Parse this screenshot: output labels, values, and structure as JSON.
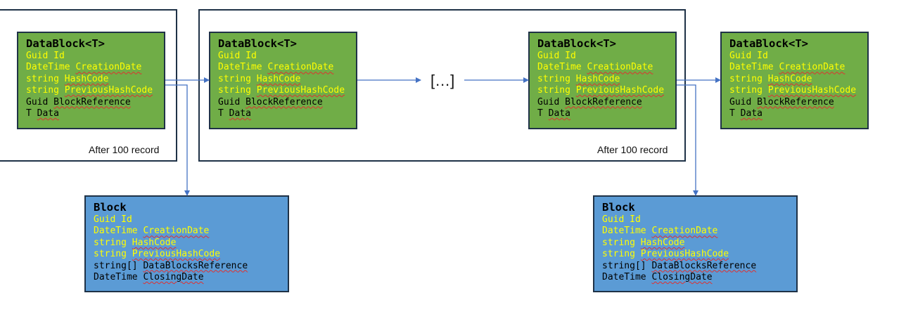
{
  "colors": {
    "datablock_fill": "#70ad47",
    "block_fill": "#5b9bd5",
    "border": "#1f3247",
    "highlight_text": "#ffff00",
    "arrow": "#4472c4"
  },
  "group_label": "After 100 record",
  "ellipsis": "[…]",
  "datablock": {
    "title": "DataBlock<T>",
    "fields": [
      {
        "type": "Guid",
        "name": "Id",
        "highlighted": true
      },
      {
        "type": "DateTime",
        "name": "CreationDate",
        "highlighted": true
      },
      {
        "type": "string",
        "name": "HashCode",
        "highlighted": true
      },
      {
        "type": "string",
        "name": "PreviousHashCode",
        "highlighted": true
      },
      {
        "type": "Guid",
        "name": "BlockReference",
        "highlighted": false
      },
      {
        "type": "T",
        "name": "Data",
        "highlighted": false
      }
    ]
  },
  "block": {
    "title": "Block",
    "fields": [
      {
        "type": "Guid",
        "name": "Id",
        "highlighted": true
      },
      {
        "type": "DateTime",
        "name": "CreationDate",
        "highlighted": true
      },
      {
        "type": "string",
        "name": "HashCode",
        "highlighted": true
      },
      {
        "type": "string",
        "name": "PreviousHashCode",
        "highlighted": true
      },
      {
        "type": "string[]",
        "name": "DataBlocksReference",
        "highlighted": false
      },
      {
        "type": "DateTime",
        "name": "ClosingDate",
        "highlighted": false
      }
    ]
  }
}
